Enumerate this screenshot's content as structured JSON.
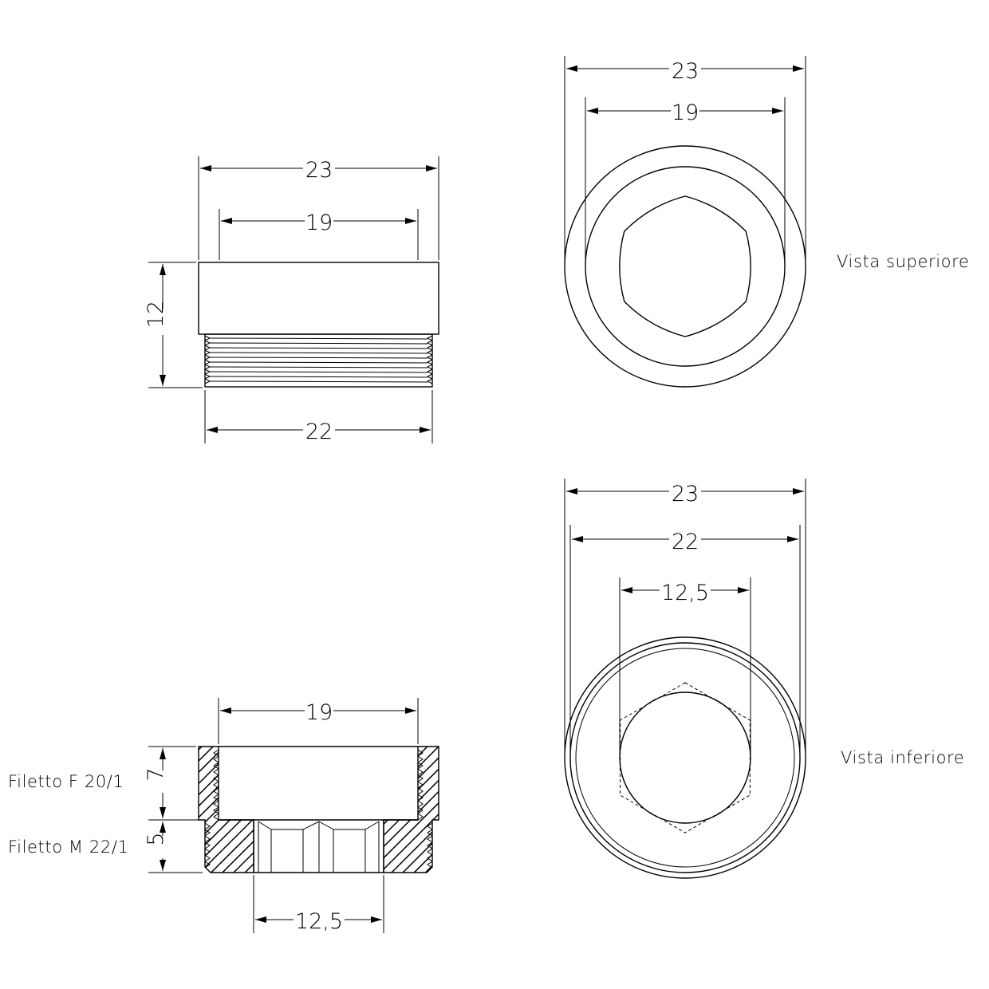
{
  "side_view": {
    "dim_top_outer": "23",
    "dim_top_inner": "19",
    "dim_height": "12",
    "dim_thread": "22"
  },
  "top_view": {
    "dim_outer": "23",
    "dim_inner": "19",
    "label": "Vista superiore"
  },
  "section_view": {
    "dim_top": "19",
    "dim_upper_height": "7",
    "dim_lower_height": "5",
    "dim_bore": "12,5",
    "thread_upper_label": "Filetto F 20/1",
    "thread_lower_label": "Filetto M 22/1"
  },
  "bottom_view": {
    "dim_outer": "23",
    "dim_thread": "22",
    "dim_bore": "12,5",
    "label": "Vista inferiore"
  }
}
